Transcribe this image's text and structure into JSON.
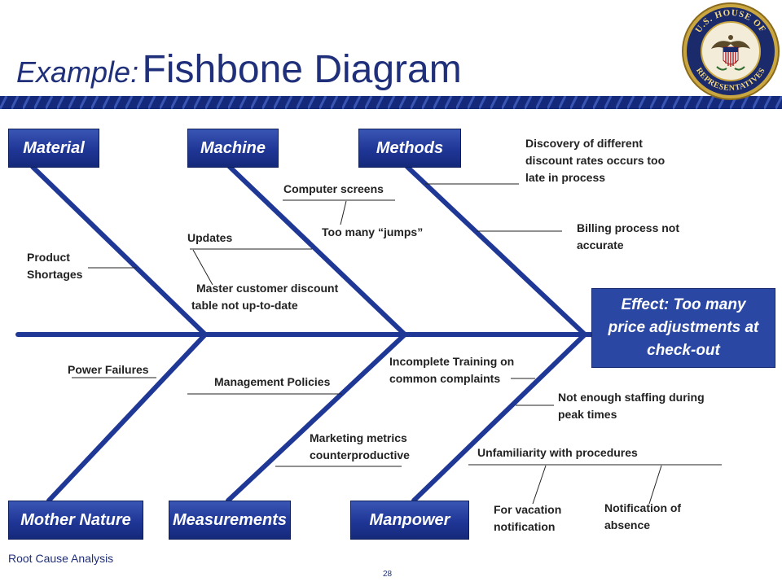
{
  "slide": {
    "title_prefix": "Example:",
    "title_main": "Fishbone Diagram",
    "footer": "Root Cause Analysis",
    "page_number": "28",
    "seal_text_top": "U.S. HOUSE OF",
    "seal_text_bottom": "REPRESENTATIVES"
  },
  "categories": {
    "material": "Material",
    "machine": "Machine",
    "methods": "Methods",
    "mother_nature": "Mother Nature",
    "measurements": "Measurements",
    "manpower": "Manpower"
  },
  "effect": {
    "line1": "Effect:  Too many",
    "line2": "price adjustments at",
    "line3": "check-out"
  },
  "causes": {
    "product_shortages": [
      "Product",
      "Shortages"
    ],
    "updates": "Updates",
    "master_customer": [
      "Master customer discount",
      "table not up-to-date"
    ],
    "computer_screens": "Computer screens",
    "too_many_jumps": "Too many “jumps”",
    "discovery": [
      "Discovery of different",
      "discount rates occurs too",
      "late in process"
    ],
    "billing": [
      "Billing process not",
      "accurate"
    ],
    "power_failures": "Power Failures",
    "management_policies": "Management Policies",
    "marketing": [
      "Marketing metrics",
      "counterproductive"
    ],
    "incomplete_training": [
      "Incomplete Training on",
      "common complaints"
    ],
    "staffing": [
      "Not enough staffing during",
      "peak times"
    ],
    "unfamiliarity": "Unfamiliarity with procedures",
    "vacation": [
      "For vacation",
      "notification"
    ],
    "notification": [
      "Notification of",
      "absence"
    ]
  },
  "colors": {
    "bone": "#1f3896",
    "box": "#1f3696",
    "title": "#1f2f7a"
  }
}
